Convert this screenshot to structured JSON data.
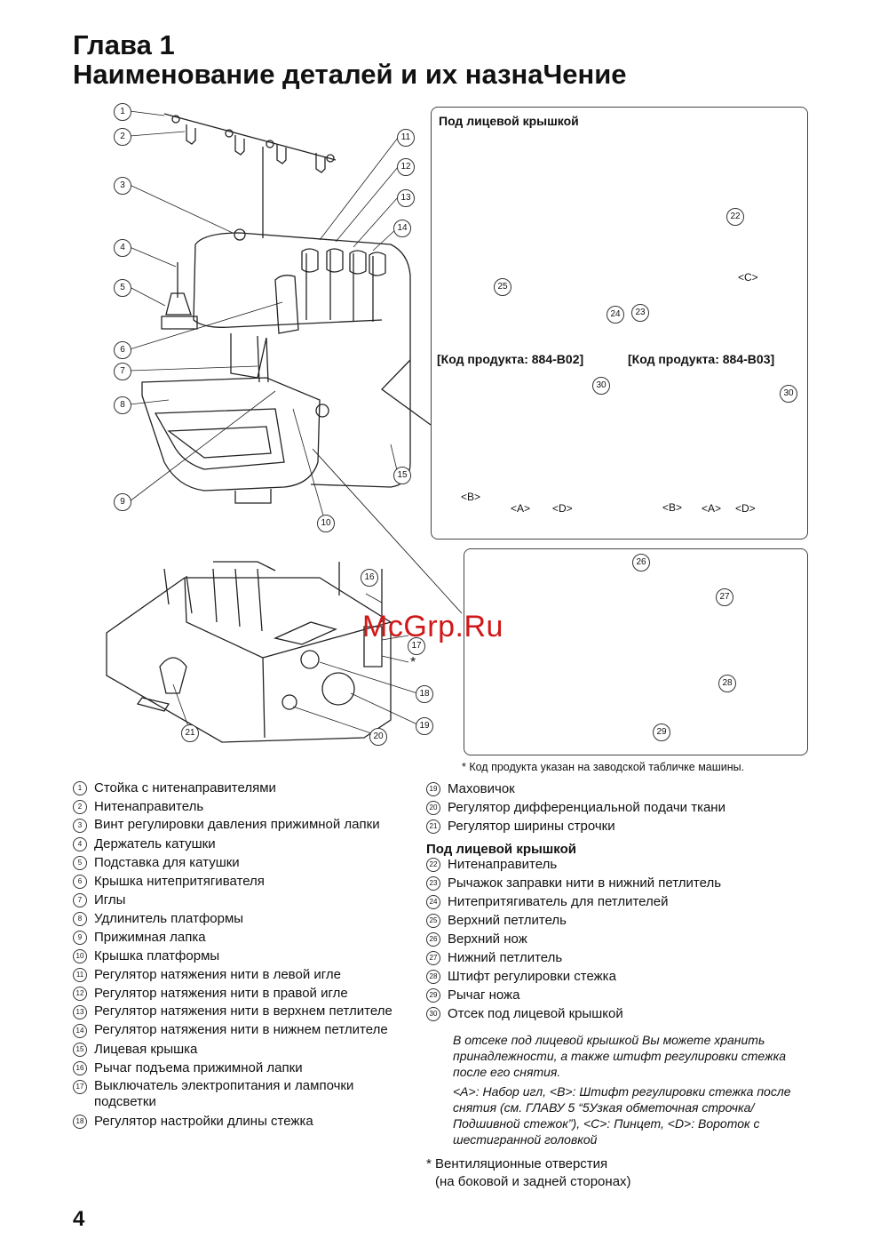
{
  "heading": {
    "line1": "Глава 1",
    "line2": "Наименование деталей и их назнаЧение"
  },
  "panel_front": {
    "title": "Под лицевой крышкой",
    "product_b02": "[Код продукта: 884-B02]",
    "product_b03": "[Код продукта: 884-B03]",
    "label_a": "<A>",
    "label_b": "<B>",
    "label_c": "<C>",
    "label_d": "<D>"
  },
  "callouts": [
    "1",
    "2",
    "3",
    "4",
    "5",
    "6",
    "7",
    "8",
    "9",
    "10",
    "11",
    "12",
    "13",
    "14",
    "15",
    "16",
    "17",
    "18",
    "19",
    "20",
    "21",
    "22",
    "23",
    "24",
    "25",
    "26",
    "27",
    "28",
    "29",
    "30"
  ],
  "asterisk": "*",
  "footnote": "* Код продукта указан на заводской табличке машины.",
  "watermark": "McGrp.Ru",
  "parts_left": [
    {
      "n": "1",
      "text": "Стойка с нитенаправителями"
    },
    {
      "n": "2",
      "text": "Нитенаправитель"
    },
    {
      "n": "3",
      "text": "Винт регулировки давления прижимной лапки"
    },
    {
      "n": "4",
      "text": "Держатель катушки"
    },
    {
      "n": "5",
      "text": "Подставка для катушки"
    },
    {
      "n": "6",
      "text": "Крышка нитепритягивателя"
    },
    {
      "n": "7",
      "text": "Иглы"
    },
    {
      "n": "8",
      "text": "Удлинитель платформы"
    },
    {
      "n": "9",
      "text": "Прижимная лапка"
    },
    {
      "n": "10",
      "text": "Крышка платформы"
    },
    {
      "n": "11",
      "text": "Регулятор натяжения нити в левой игле"
    },
    {
      "n": "12",
      "text": "Регулятор натяжения нити в правой игле"
    },
    {
      "n": "13",
      "text": "Регулятор натяжения нити в верхнем петлителе"
    },
    {
      "n": "14",
      "text": "Регулятор натяжения нити в нижнем петлителе"
    },
    {
      "n": "15",
      "text": "Лицевая крышка"
    },
    {
      "n": "16",
      "text": "Рычаг подъема прижимной лапки"
    },
    {
      "n": "17",
      "text": "Выключатель электропитания и лампочки подсветки"
    },
    {
      "n": "18",
      "text": "Регулятор настройки длины стежка"
    }
  ],
  "parts_right_a": [
    {
      "n": "19",
      "text": "Маховичок"
    },
    {
      "n": "20",
      "text": "Регулятор дифференциальной подачи ткани"
    },
    {
      "n": "21",
      "text": "Регулятор ширины строчки"
    }
  ],
  "subheading": "Под лицевой крышкой",
  "parts_right_b": [
    {
      "n": "22",
      "text": "Нитенаправитель"
    },
    {
      "n": "23",
      "text": "Рычажок заправки нити в нижний петлитель"
    },
    {
      "n": "24",
      "text": "Нитепритягиватель для петлителей"
    },
    {
      "n": "25",
      "text": "Верхний петлитель"
    },
    {
      "n": "26",
      "text": "Верхний нож"
    },
    {
      "n": "27",
      "text": "Нижний петлитель"
    },
    {
      "n": "28",
      "text": "Штифт регулировки стежка"
    },
    {
      "n": "29",
      "text": "Рычаг ножа"
    },
    {
      "n": "30",
      "text": "Отсек под лицевой крышкой"
    }
  ],
  "note1": "В отсеке под лицевой крышкой Вы можете хранить принадлежности, а также штифт регулировки стежка после его снятия.",
  "note2": "<A>: Набор игл, <B>: Штифт регулировки стежка после снятия (см. ГЛАВУ 5 “5Узкая обметочная строчка/Подшивной стежок”), <C>: Пинцет, <D>: Вороток с шестигранной головкой",
  "vent_line1": "* Вентиляционные отверстия",
  "vent_line2": "(на боковой и задней сторонах)",
  "page_number": "4"
}
